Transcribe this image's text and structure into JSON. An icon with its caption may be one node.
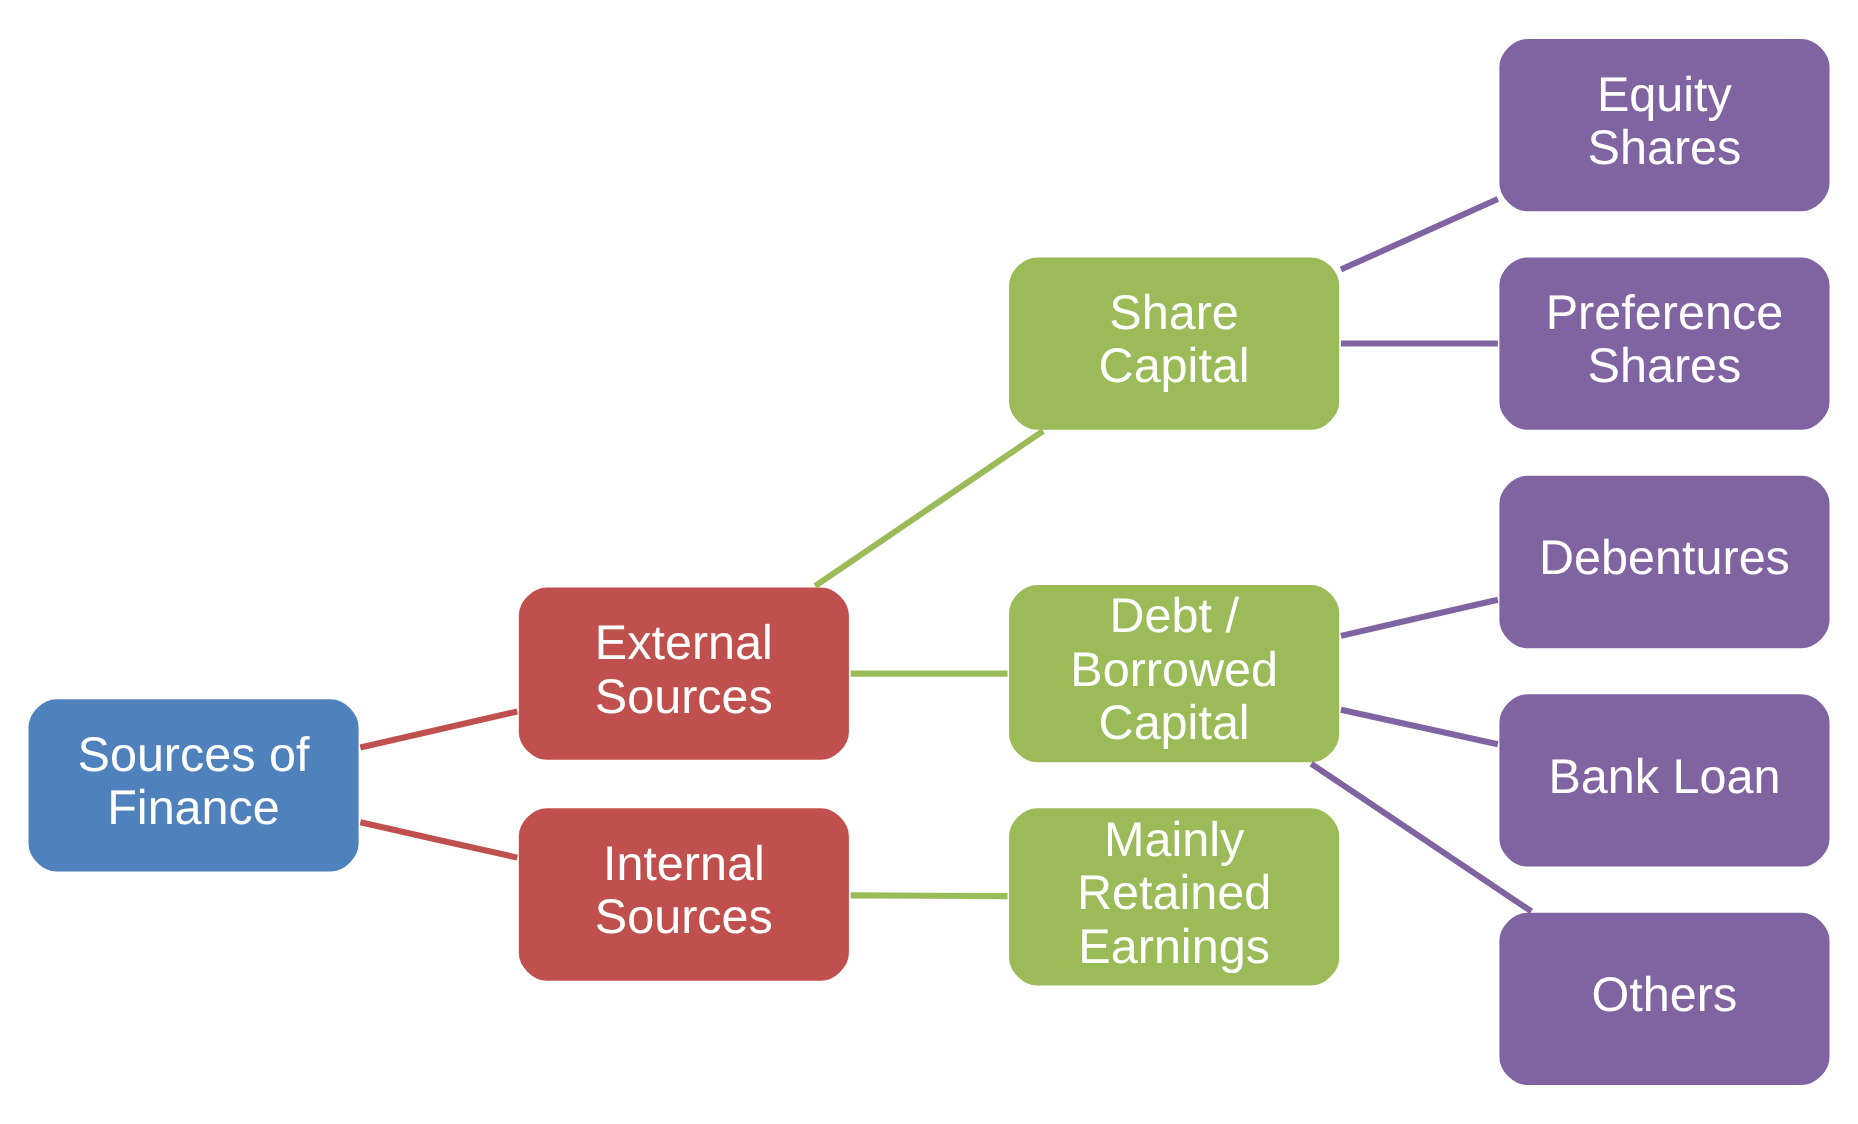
{
  "diagram": {
    "nodes": [
      {
        "text": [
          "Sources of Finance"
        ]
      },
      {
        "text": [
          "External Sources"
        ]
      },
      {
        "text": [
          "Internal Sources"
        ]
      },
      {
        "text": [
          "Share Capital"
        ]
      },
      {
        "text": [
          "Debt / Borrowed Capital"
        ]
      },
      {
        "text": [
          "Mainly Retained Earnings"
        ]
      },
      {
        "text": [
          "Equity Shares"
        ]
      },
      {
        "text": [
          "Preference Shares"
        ]
      },
      {
        "text": [
          "Debentures"
        ]
      },
      {
        "text": [
          "Bank Loan"
        ]
      },
      {
        "text": [
          "Others"
        ]
      }
    ],
    "edges": [
      {
        "from": 0,
        "to": 1,
        "arrow": "none",
        "color": "#c0504d"
      },
      {
        "from": 0,
        "to": 2,
        "arrow": "none",
        "color": "#c0504d"
      },
      {
        "from": 1,
        "to": 3,
        "arrow": "none",
        "color": "#9bbb59"
      },
      {
        "from": 1,
        "to": 4,
        "arrow": "none",
        "color": "#9bbb59"
      },
      {
        "from": 2,
        "to": 5,
        "arrow": "none",
        "color": "#9bbb59"
      },
      {
        "from": 3,
        "to": 6,
        "arrow": "none"
      },
      {
        "from": 3,
        "to": 7,
        "arrow": "none"
      },
      {
        "from": 4,
        "to": 8,
        "arrow": "none"
      },
      {
        "from": 4,
        "to": 9,
        "arrow": "none"
      },
      {
        "from": 4,
        "to": 10,
        "arrow": "none"
      }
    ]
  }
}
